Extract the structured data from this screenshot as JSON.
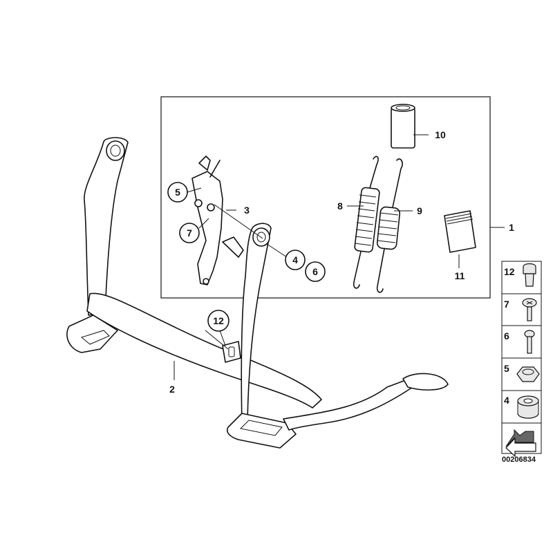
{
  "diagram_number": "00206834",
  "callouts": {
    "c1": "1",
    "c2": "2",
    "c3": "3",
    "c4": "4",
    "c5": "5",
    "c6": "6",
    "c7": "7",
    "c8": "8",
    "c9": "9",
    "c10": "10",
    "c11": "11",
    "c12": "12"
  },
  "legend": [
    {
      "num": "12",
      "icon": "plug-icon"
    },
    {
      "num": "7",
      "icon": "oval-head-screw-icon"
    },
    {
      "num": "6",
      "icon": "countersunk-screw-icon"
    },
    {
      "num": "5",
      "icon": "self-locking-nut-icon"
    },
    {
      "num": "4",
      "icon": "bushing-icon"
    }
  ]
}
